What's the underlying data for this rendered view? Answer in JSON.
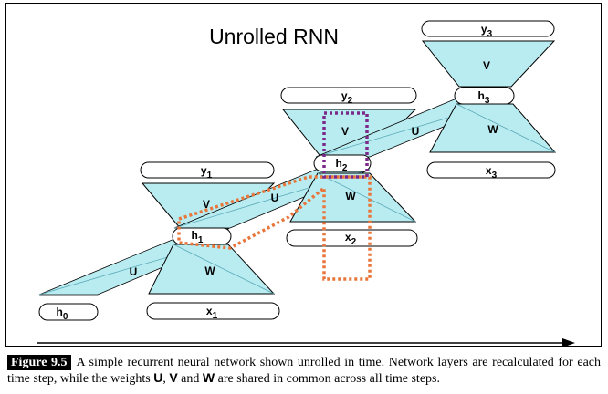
{
  "title": "Unrolled RNN",
  "labels": {
    "h0": "h",
    "h0_sub": "0",
    "h1": "h",
    "h1_sub": "1",
    "h2": "h",
    "h2_sub": "2",
    "h3": "h",
    "h3_sub": "3",
    "x1": "x",
    "x1_sub": "1",
    "x2": "x",
    "x2_sub": "2",
    "x3": "x",
    "x3_sub": "3",
    "y1": "y",
    "y1_sub": "1",
    "y2": "y",
    "y2_sub": "2",
    "y3": "y",
    "y3_sub": "3",
    "U": "U",
    "V": "V",
    "W": "W"
  },
  "caption": {
    "figure_label": "Figure 9.5",
    "text_1": "A simple recurrent neural network shown unrolled in time. Network layers are recalculated for each time step, while the weights ",
    "U": "U",
    "sep_1": ", ",
    "V": "V",
    "sep_2": " and ",
    "W": "W",
    "text_2": " are shared in common across all time steps."
  },
  "colors": {
    "trapezoid_fill": "#b8ecf0",
    "outline": "#000000",
    "orange_highlight": "#e8763a",
    "purple_highlight": "#7b2a8a"
  }
}
